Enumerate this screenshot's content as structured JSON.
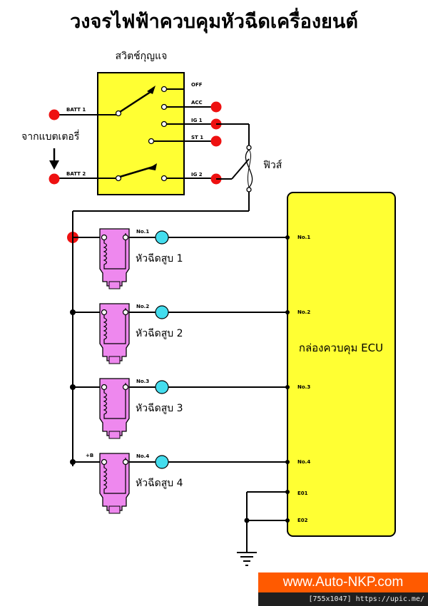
{
  "title": "วงจรไฟฟ้าควบคุมหัวฉีดเครื่องยนต์",
  "ignition_switch": {
    "label": "สวิตช์กุญแจ",
    "positions": [
      "OFF",
      "ACC",
      "IG 1",
      "ST 1",
      "IG 2"
    ],
    "inputs": [
      "BATT 1",
      "BATT 2"
    ]
  },
  "battery_label": "จากแบตเตอรี่",
  "fuse_label": "ฟิวส์",
  "injectors": [
    {
      "label": "หัวฉีดสูบ 1",
      "terminal": "No.1"
    },
    {
      "label": "หัวฉีดสูบ 2",
      "terminal": "No.2"
    },
    {
      "label": "หัวฉีดสูบ 3",
      "terminal": "No.3"
    },
    {
      "label": "หัวฉีดสูบ 4",
      "terminal": "No.4"
    }
  ],
  "plus_b": "+B",
  "ecu": {
    "label": "กล่องควบคุม ECU",
    "pins": [
      "No.1",
      "No.2",
      "No.3",
      "No.4",
      "E01",
      "E02"
    ]
  },
  "banner": "www.Auto-NKP.com",
  "footer": "[755x1047] https://upic.me/",
  "colors": {
    "switch_box": "#ffff33",
    "ecu_box": "#ffff33",
    "injector": "#ee88ee",
    "terminal_red": "#ee1111",
    "terminal_cyan": "#44ddee",
    "banner_bg": "#ff5a00"
  }
}
